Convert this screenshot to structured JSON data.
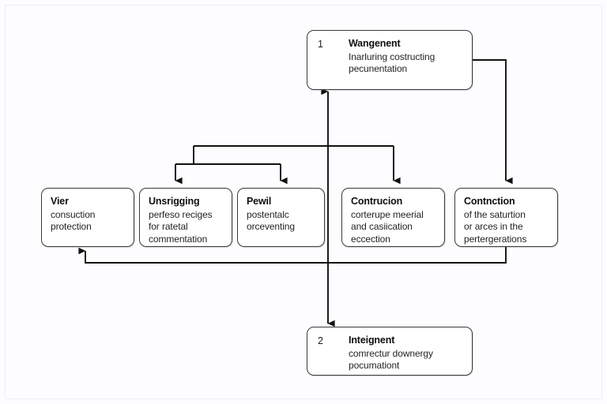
{
  "diagram": {
    "type": "flowchart",
    "title": "",
    "background_color": "#fdfdff",
    "line_color": "#111111",
    "node_border_color": "#3a3a3a",
    "nodes": [
      {
        "id": "top",
        "number": "1",
        "title": "Wangenent",
        "lines": [
          "Inarluring costructing",
          "pecunentation"
        ]
      },
      {
        "id": "mid1",
        "number": "",
        "title": "Vier",
        "lines": [
          "consuction",
          "protection"
        ]
      },
      {
        "id": "mid2",
        "number": "",
        "title": "Unsrigging",
        "lines": [
          "perfeso reciges",
          "for ratetal",
          "commentation"
        ]
      },
      {
        "id": "mid3",
        "number": "",
        "title": "Pewil",
        "lines": [
          "postentalc",
          "orceventing"
        ]
      },
      {
        "id": "mid4",
        "number": "",
        "title": "Contrucion",
        "lines": [
          "corterupe meerial",
          "and casiication",
          "eccection"
        ]
      },
      {
        "id": "mid5",
        "number": "",
        "title": "Contnction",
        "lines": [
          "of the saturtion",
          "or arces in the",
          "pertergerations"
        ]
      },
      {
        "id": "bottom",
        "number": "2",
        "title": "Inteignent",
        "lines": [
          "comrectur downergy",
          "pocumationt"
        ]
      }
    ],
    "connectors": [
      {
        "id": "top-to-right-branch",
        "from": "top",
        "to": "mid5",
        "style": "elbow-arrow"
      },
      {
        "id": "bus-to-mid2",
        "from": "bus",
        "to": "mid2",
        "style": "elbow-arrow"
      },
      {
        "id": "bus-to-mid3",
        "from": "bus",
        "to": "mid3",
        "style": "elbow-arrow"
      },
      {
        "id": "bus-to-mid4",
        "from": "bus",
        "to": "mid4",
        "style": "elbow-arrow"
      },
      {
        "id": "spine-up-to-top",
        "from": "spine",
        "to": "top",
        "style": "straight-arrow"
      },
      {
        "id": "spine-down-to-bottom",
        "from": "spine",
        "to": "bottom",
        "style": "straight-arrow"
      },
      {
        "id": "feedback-mid5-to-mid1",
        "from": "mid5",
        "to": "mid1",
        "style": "feedback-loop-arrow"
      }
    ]
  }
}
